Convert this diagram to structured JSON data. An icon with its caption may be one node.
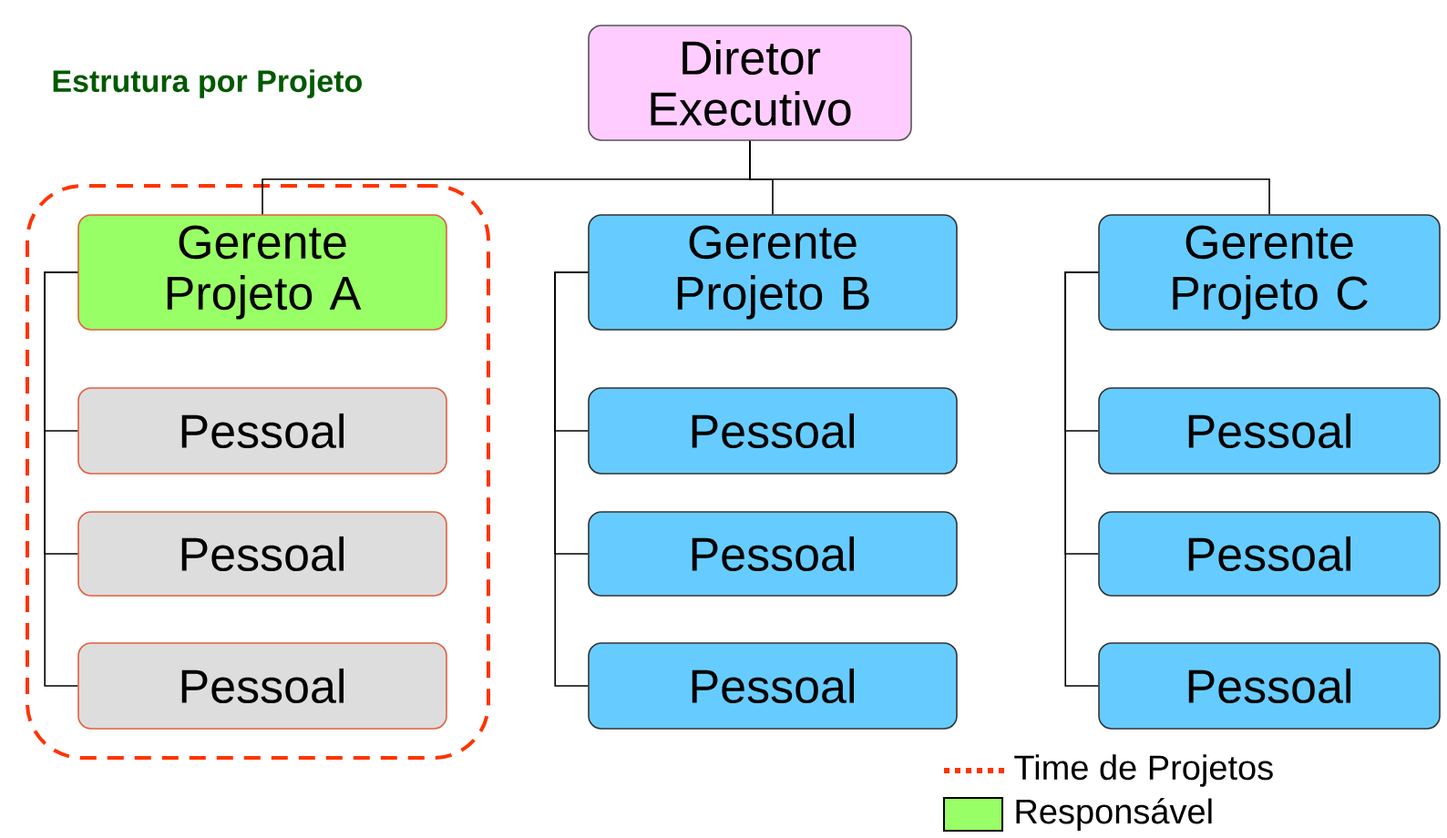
{
  "diagram": {
    "title": "Estrutura por Projeto",
    "nodes": [
      {
        "text": [
          "Diretor Executivo"
        ]
      },
      {
        "text": [],
        "shape": "box"
      },
      {
        "text": [
          "Gerente Projeto A"
        ],
        "in": 1
      },
      {
        "text": [
          "Pessoal"
        ],
        "in": 1
      },
      {
        "text": [
          "Pessoal"
        ],
        "in": 1
      },
      {
        "text": [
          "Pessoal"
        ],
        "in": 1
      },
      {
        "text": [
          "Gerente Projeto B"
        ]
      },
      {
        "text": [
          "Pessoal"
        ]
      },
      {
        "text": [
          "Pessoal"
        ]
      },
      {
        "text": [
          "Pessoal"
        ]
      },
      {
        "text": [
          "Gerente Projeto C"
        ]
      },
      {
        "text": [
          "Pessoal"
        ]
      },
      {
        "text": [
          "Pessoal"
        ]
      },
      {
        "text": [
          "Pessoal"
        ]
      }
    ],
    "edges": [
      {
        "from": 0,
        "to": 2,
        "arrow": "none"
      },
      {
        "from": 0,
        "to": 6,
        "arrow": "none"
      },
      {
        "from": 0,
        "to": 10,
        "arrow": "none"
      },
      {
        "from": 2,
        "to": 3,
        "arrow": "none"
      },
      {
        "from": 2,
        "to": 4,
        "arrow": "none"
      },
      {
        "from": 2,
        "to": 5,
        "arrow": "none"
      },
      {
        "from": 6,
        "to": 7,
        "arrow": "none"
      },
      {
        "from": 6,
        "to": 8,
        "arrow": "none"
      },
      {
        "from": 6,
        "to": 9,
        "arrow": "none"
      },
      {
        "from": 10,
        "to": 11,
        "arrow": "none"
      },
      {
        "from": 10,
        "to": 12,
        "arrow": "none"
      },
      {
        "from": 10,
        "to": 13,
        "arrow": "none"
      }
    ],
    "legend": [
      {
        "text": "Time de Projetos"
      },
      {
        "text": "Responsável",
        "color": "#99ff66"
      }
    ]
  }
}
